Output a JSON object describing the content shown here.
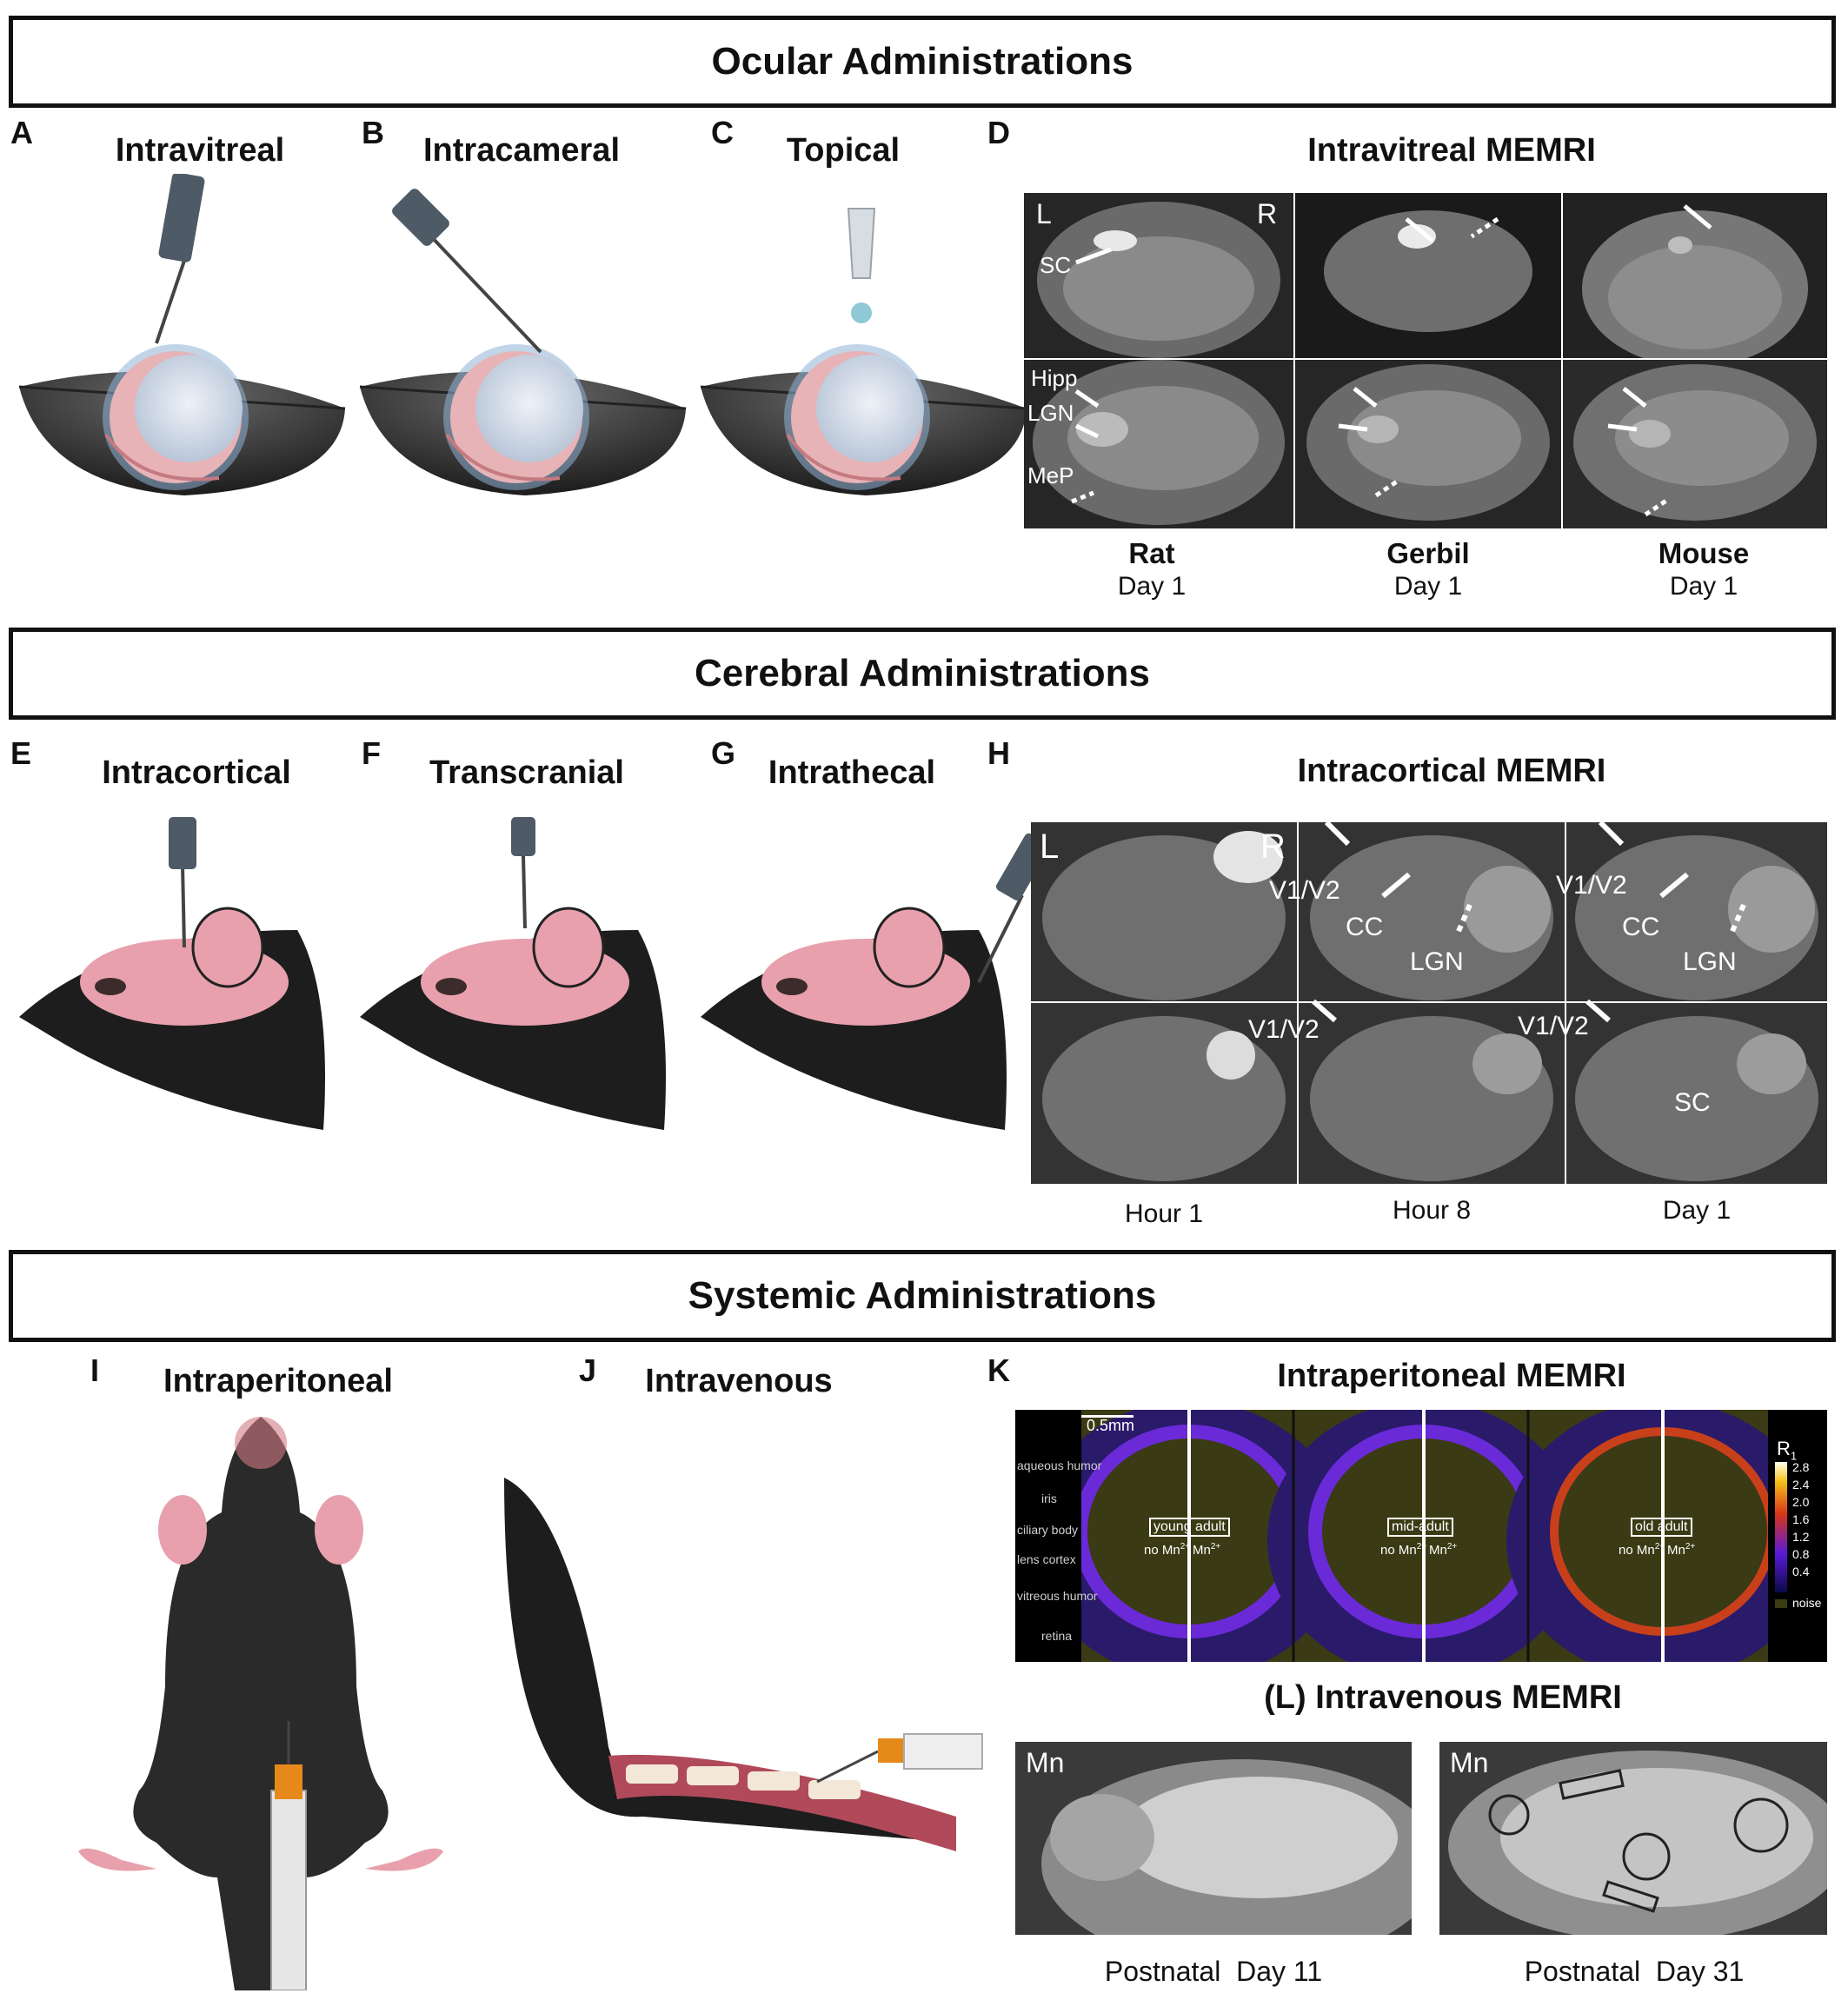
{
  "sections": {
    "ocular": "Ocular Administrations",
    "cerebral": "Cerebral Administrations",
    "systemic": "Systemic Administrations"
  },
  "panels": {
    "A": {
      "letter": "A",
      "title": "Intravitreal"
    },
    "B": {
      "letter": "B",
      "title": "Intracameral"
    },
    "C": {
      "letter": "C",
      "title": "Topical"
    },
    "D": {
      "letter": "D",
      "title": "Intravitreal MEMRI",
      "species": [
        {
          "name": "Rat",
          "time": "Day 1"
        },
        {
          "name": "Gerbil",
          "time": "Day 1"
        },
        {
          "name": "Mouse",
          "time": "Day 1"
        }
      ],
      "labels": {
        "L": "L",
        "R": "R",
        "sc": "SC",
        "hipp": "Hipp",
        "lgn": "LGN",
        "mep": "MeP"
      }
    },
    "E": {
      "letter": "E",
      "title": "Intracortical"
    },
    "F": {
      "letter": "F",
      "title": "Transcranial"
    },
    "G": {
      "letter": "G",
      "title": "Intrathecal"
    },
    "H": {
      "letter": "H",
      "title": "Intracortical MEMRI",
      "times": [
        "Hour 1",
        "Hour 8",
        "Day 1"
      ],
      "labels": {
        "L": "L",
        "R": "R",
        "v1v2": "V1/V2",
        "cc": "CC",
        "lgn": "LGN",
        "sc": "SC"
      }
    },
    "I": {
      "letter": "I",
      "title": "Intraperitoneal"
    },
    "J": {
      "letter": "J",
      "title": "Intravenous"
    },
    "K": {
      "letter": "K",
      "title": "Intraperitoneal MEMRI",
      "scale": "0.5mm",
      "anatomy": [
        "aqueous humor",
        "iris",
        "ciliary body",
        "lens cortex",
        "vitreous humor",
        "retina"
      ],
      "groups": [
        "young adult",
        "mid-adult",
        "old adult"
      ],
      "no_mn": "no Mn",
      "mn": "Mn",
      "sup": "2+",
      "colorbar_title": "R",
      "colorbar_sub": "1",
      "colorbar_ticks": [
        "2.8",
        "2.4",
        "2.0",
        "1.6",
        "1.2",
        "0.8",
        "0.4"
      ],
      "noise": "noise"
    },
    "L": {
      "title": "(L) Intravenous MEMRI",
      "tag": "Mn",
      "captions": [
        "Postnatal  Day 11",
        "Postnatal  Day 31"
      ]
    }
  }
}
